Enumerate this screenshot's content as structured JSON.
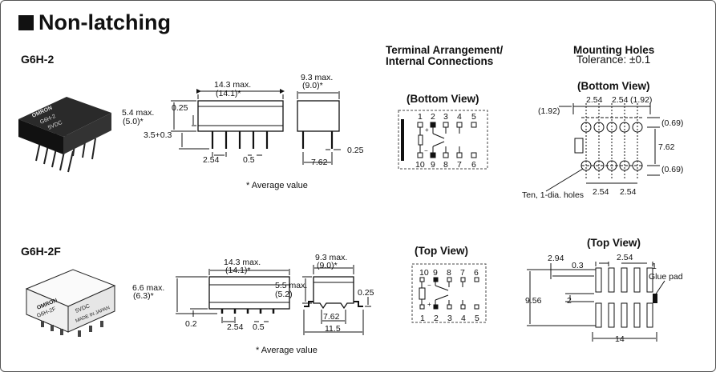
{
  "title": "Non-latching",
  "models": {
    "g6h2": "G6H-2",
    "g6h2f": "G6H-2F"
  },
  "headers": {
    "terminal_line1": "Terminal Arrangement/",
    "terminal_line2": "Internal Connections",
    "mounting": "Mounting Holes",
    "tolerance": "Tolerance: ±0.1"
  },
  "views": {
    "bottom": "(Bottom View)",
    "top": "(Top View)"
  },
  "notes": {
    "average": "* Average value"
  },
  "relay_labels": {
    "brand": "OMRON",
    "model1": "G6H-2",
    "model2": "G6H-2F",
    "coil": "5VDC",
    "origin": "MADE IN JAPAN"
  },
  "g6h2_dims": {
    "length": "14.3 max.",
    "length_avg": "(14.1)*",
    "height": "5.4 max.",
    "height_avg": "(5.0)*",
    "standoff": "0.25",
    "pin_len": "3.5+0.3",
    "pitch": "2.54",
    "pin_w": "0.5",
    "width": "9.3 max.",
    "width_avg": "(9.0)*",
    "row_space": "7.62",
    "pin_thk": "0.25"
  },
  "g6h2f_dims": {
    "length": "14.3 max.",
    "length_avg": "(14.1)*",
    "height": "6.6 max.",
    "height_avg": "(6.3)*",
    "lead_h": "0.2",
    "pitch": "2.54",
    "pin_w": "0.5",
    "width": "9.3 max.",
    "width_avg": "(9.0)*",
    "body_h": "5.5 max.",
    "body_h_avg": "(5.2)",
    "row_space": "7.62",
    "span": "11.5",
    "pin_thk": "0.25"
  },
  "pins": {
    "row1": [
      "1",
      "2",
      "3",
      "4",
      "5"
    ],
    "row2": [
      "10",
      "9",
      "8",
      "7",
      "6"
    ]
  },
  "holes": {
    "pitch": "2.54",
    "left_off": "(1.92)",
    "right_off": "(1.92)",
    "top_off": "(0.69)",
    "bottom_off": "(0.69)",
    "row_space": "7.62",
    "hole_note": "Ten, 1-dia. holes"
  },
  "pads": {
    "pad_w": "0.3",
    "pitch": "2.54",
    "pad_l": "1",
    "offset": "2.94",
    "row_space": "9.56",
    "gap": "2",
    "total": "14",
    "glue": "Glue pad"
  }
}
